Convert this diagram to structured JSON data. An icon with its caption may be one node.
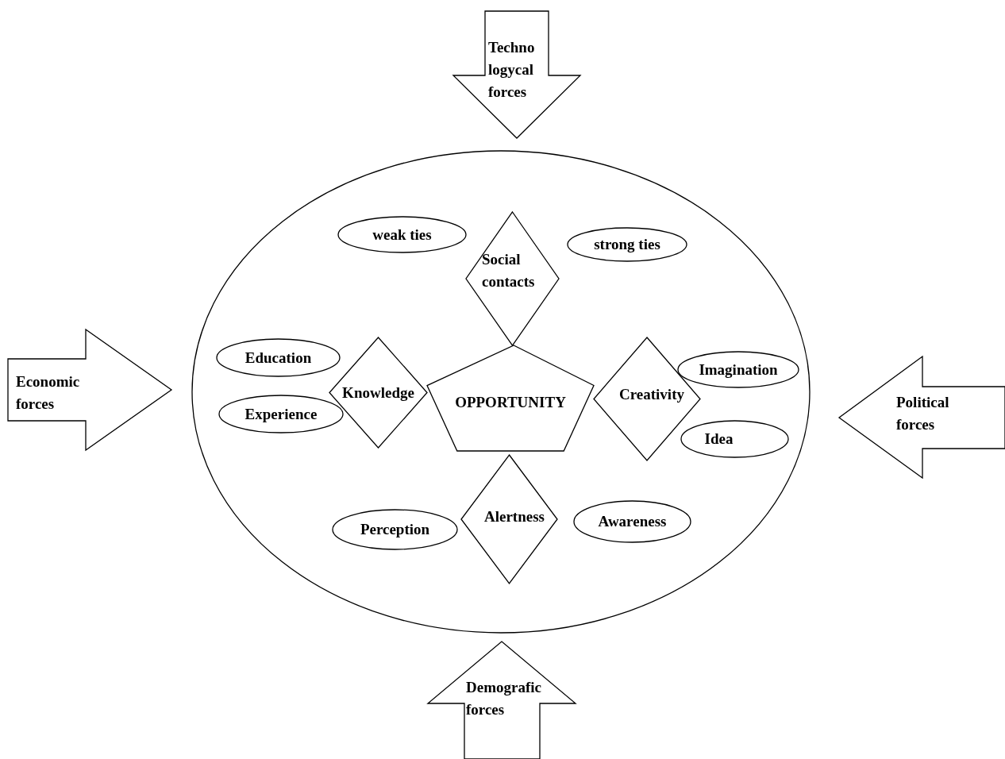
{
  "diagram": {
    "nodes": [
      {
        "text": [
          "Techno logycal forces"
        ]
      },
      {
        "text": [
          "Economic forces"
        ]
      },
      {
        "text": [
          "Political forces"
        ]
      },
      {
        "text": [],
        "shape": "ellipse"
      },
      {
        "text": [
          "weak ties"
        ],
        "in": 3
      },
      {
        "text": [
          "Social contacts"
        ],
        "in": 3
      },
      {
        "text": [
          "strong ties"
        ],
        "in": 3
      },
      {
        "text": [
          "Education"
        ],
        "in": 3
      },
      {
        "text": [
          "Knowledge"
        ],
        "in": 3
      },
      {
        "text": [
          "OPPORTUNITY"
        ],
        "in": 3
      },
      {
        "text": [
          "Creativity"
        ],
        "in": 3
      },
      {
        "text": [
          "Imagination"
        ],
        "in": 3
      },
      {
        "text": [
          "Experience"
        ],
        "in": 3
      },
      {
        "text": [
          "Idea"
        ],
        "in": 3
      },
      {
        "text": [
          "Perception"
        ],
        "in": 3
      },
      {
        "text": [
          "Alertness"
        ],
        "in": 3
      },
      {
        "text": [
          "Awareness"
        ],
        "in": 3
      },
      {
        "text": [
          "Demografic forces"
        ]
      }
    ]
  }
}
